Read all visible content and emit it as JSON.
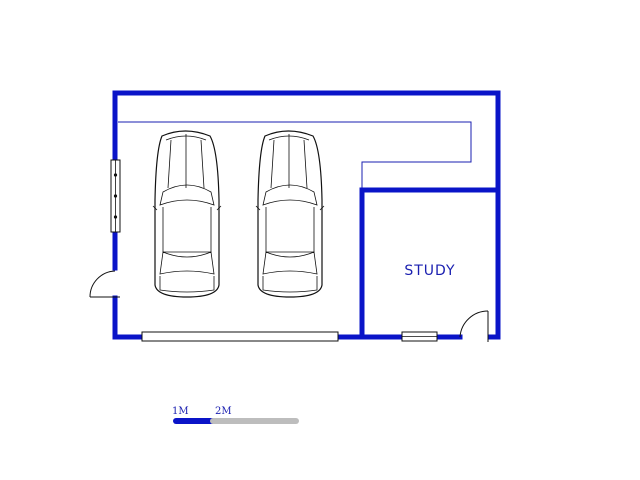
{
  "plan": {
    "rooms": [
      {
        "label": "STUDY"
      }
    ],
    "scale_bar": {
      "labels": [
        "1M",
        "2M"
      ],
      "colors": {
        "first": "#0a14c8",
        "second": "#bdbdbd"
      }
    },
    "colors": {
      "wall": "#0a14c8",
      "line": "#1a1fb0",
      "fixture": "#111111"
    },
    "fixtures": [
      "car-1",
      "car-2",
      "garage-door",
      "side-door",
      "study-door",
      "window-left",
      "window-study"
    ]
  }
}
